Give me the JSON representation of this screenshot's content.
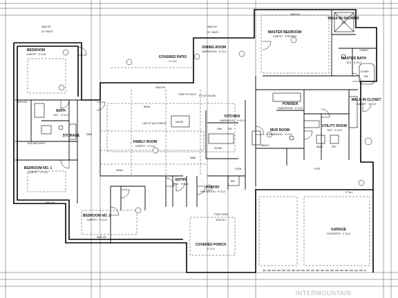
{
  "rooms": [
    {
      "name": "BEDROOM",
      "sub": "CARPET · 9' CLG"
    },
    {
      "name": "BATH",
      "sub": "TILE · 9' CLG"
    },
    {
      "name": "BEDROOM NO. 1",
      "sub": "CARPET · 9' CLG"
    },
    {
      "name": "BEDROOM NO. 2",
      "sub": "CARPET · 9' CLG"
    },
    {
      "name": "FAMILY ROOM",
      "sub": "CARPET · 9' CLG"
    },
    {
      "name": "COVERED PATIO",
      "sub": "9' CLG"
    },
    {
      "name": "DINING ROOM",
      "sub": "HARDWOOD · 9' CLG"
    },
    {
      "name": "KITCHEN",
      "sub": "HARDWOOD · 9' CLG"
    },
    {
      "name": "MASTER BEDROOM",
      "sub": "CARPET · STEPPED"
    },
    {
      "name": "MASTER BATH",
      "sub": "TILE · 9' CLG"
    },
    {
      "name": "WALK-IN SHOWER",
      "sub": "TILE"
    },
    {
      "name": "WALK-IN CLOSET",
      "sub": "CARPET · 9' CLG"
    },
    {
      "name": "POWDER",
      "sub": "HARDWOOD · 9' CLG"
    },
    {
      "name": "MUD ROOM",
      "sub": "HARDWOOD · 9' CLG"
    },
    {
      "name": "UTILITY ROOM",
      "sub": "TILE · 9' CLG"
    },
    {
      "name": "PANTRY",
      "sub": "HARDWOOD · 9' CLG"
    },
    {
      "name": "ENTRY",
      "sub": "TILE · 9' CLG"
    },
    {
      "name": "COVERED PORCH",
      "sub": "9' CLG"
    },
    {
      "name": "GARAGE",
      "sub": "CONCRETE · 9' CLG"
    },
    {
      "name": "STORAGE",
      "sub": ""
    }
  ],
  "notes": {
    "rod_shelf": "ROD AND SHELF",
    "shelves": "SHELVES",
    "start_vault": "START OF VAULT",
    "line_vault": "LINE OF VAULT ABOVE",
    "flat_ceiling": "9' FLAT CEILING",
    "beam": "BEAM",
    "island": "ISLAND",
    "media": "MEDIA",
    "post": "POST",
    "bench": "BENCH",
    "dryer": "DRY",
    "washer": "WASH",
    "tall": "9' TALL",
    "fixed": "FIXED GRIDS",
    "slider": "SLIDER",
    "towels": "TOWELS",
    "refrig": "REF",
    "sink": "SINK",
    "range": "RANGE",
    "dishwasher": "DW",
    "oven": "OVEN",
    "tub": "TUB",
    "dimension": "3640 SH",
    "vents": "24\" VENTS",
    "window": "4040 SH",
    "door": "2868"
  },
  "watermark": "INTERMOUNTAIN"
}
